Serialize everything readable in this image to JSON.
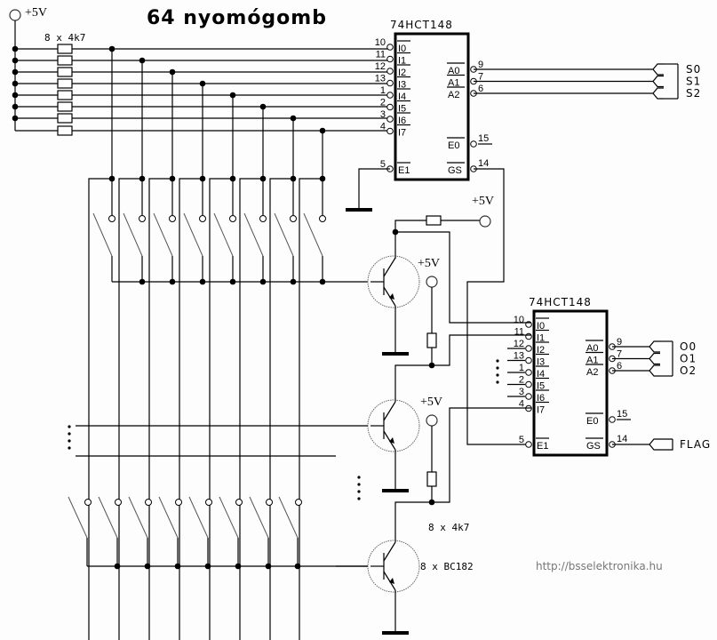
{
  "title": "64 nyomógomb",
  "power_label": "+5V",
  "resistor_array_label": "8 x 4k7",
  "resistor_array_label_2": "8 x 4k7",
  "transistor_label": "8 x BC182",
  "watermark": "http://bsselektronika.hu",
  "ic1": {
    "name": "74HCT148",
    "inputs": [
      {
        "pin": "10",
        "name": "I0"
      },
      {
        "pin": "11",
        "name": "I1"
      },
      {
        "pin": "12",
        "name": "I2"
      },
      {
        "pin": "13",
        "name": "I3"
      },
      {
        "pin": "1",
        "name": "I4"
      },
      {
        "pin": "2",
        "name": "I5"
      },
      {
        "pin": "3",
        "name": "I6"
      },
      {
        "pin": "4",
        "name": "I7"
      }
    ],
    "enable_in": {
      "pin": "5",
      "name": "E1"
    },
    "outputs": [
      {
        "pin": "9",
        "name": "A0"
      },
      {
        "pin": "7",
        "name": "A1"
      },
      {
        "pin": "6",
        "name": "A2"
      }
    ],
    "enable_out": {
      "pin": "15",
      "name": "E0"
    },
    "group_select": {
      "pin": "14",
      "name": "GS"
    }
  },
  "ic2": {
    "name": "74HCT148",
    "inputs": [
      {
        "pin": "10",
        "name": "I0"
      },
      {
        "pin": "11",
        "name": "I1"
      },
      {
        "pin": "12",
        "name": "I2"
      },
      {
        "pin": "13",
        "name": "I3"
      },
      {
        "pin": "1",
        "name": "I4"
      },
      {
        "pin": "2",
        "name": "I5"
      },
      {
        "pin": "3",
        "name": "I6"
      },
      {
        "pin": "4",
        "name": "I7"
      }
    ],
    "enable_in": {
      "pin": "5",
      "name": "E1"
    },
    "outputs": [
      {
        "pin": "9",
        "name": "A0"
      },
      {
        "pin": "7",
        "name": "A1"
      },
      {
        "pin": "6",
        "name": "A2"
      }
    ],
    "enable_out": {
      "pin": "15",
      "name": "E0"
    },
    "group_select": {
      "pin": "14",
      "name": "GS"
    }
  },
  "outputs_s": [
    "S0",
    "S1",
    "S2"
  ],
  "outputs_o": [
    "O0",
    "O1",
    "O2"
  ],
  "flag_label": "FLAG",
  "ellipsis": "⋮"
}
